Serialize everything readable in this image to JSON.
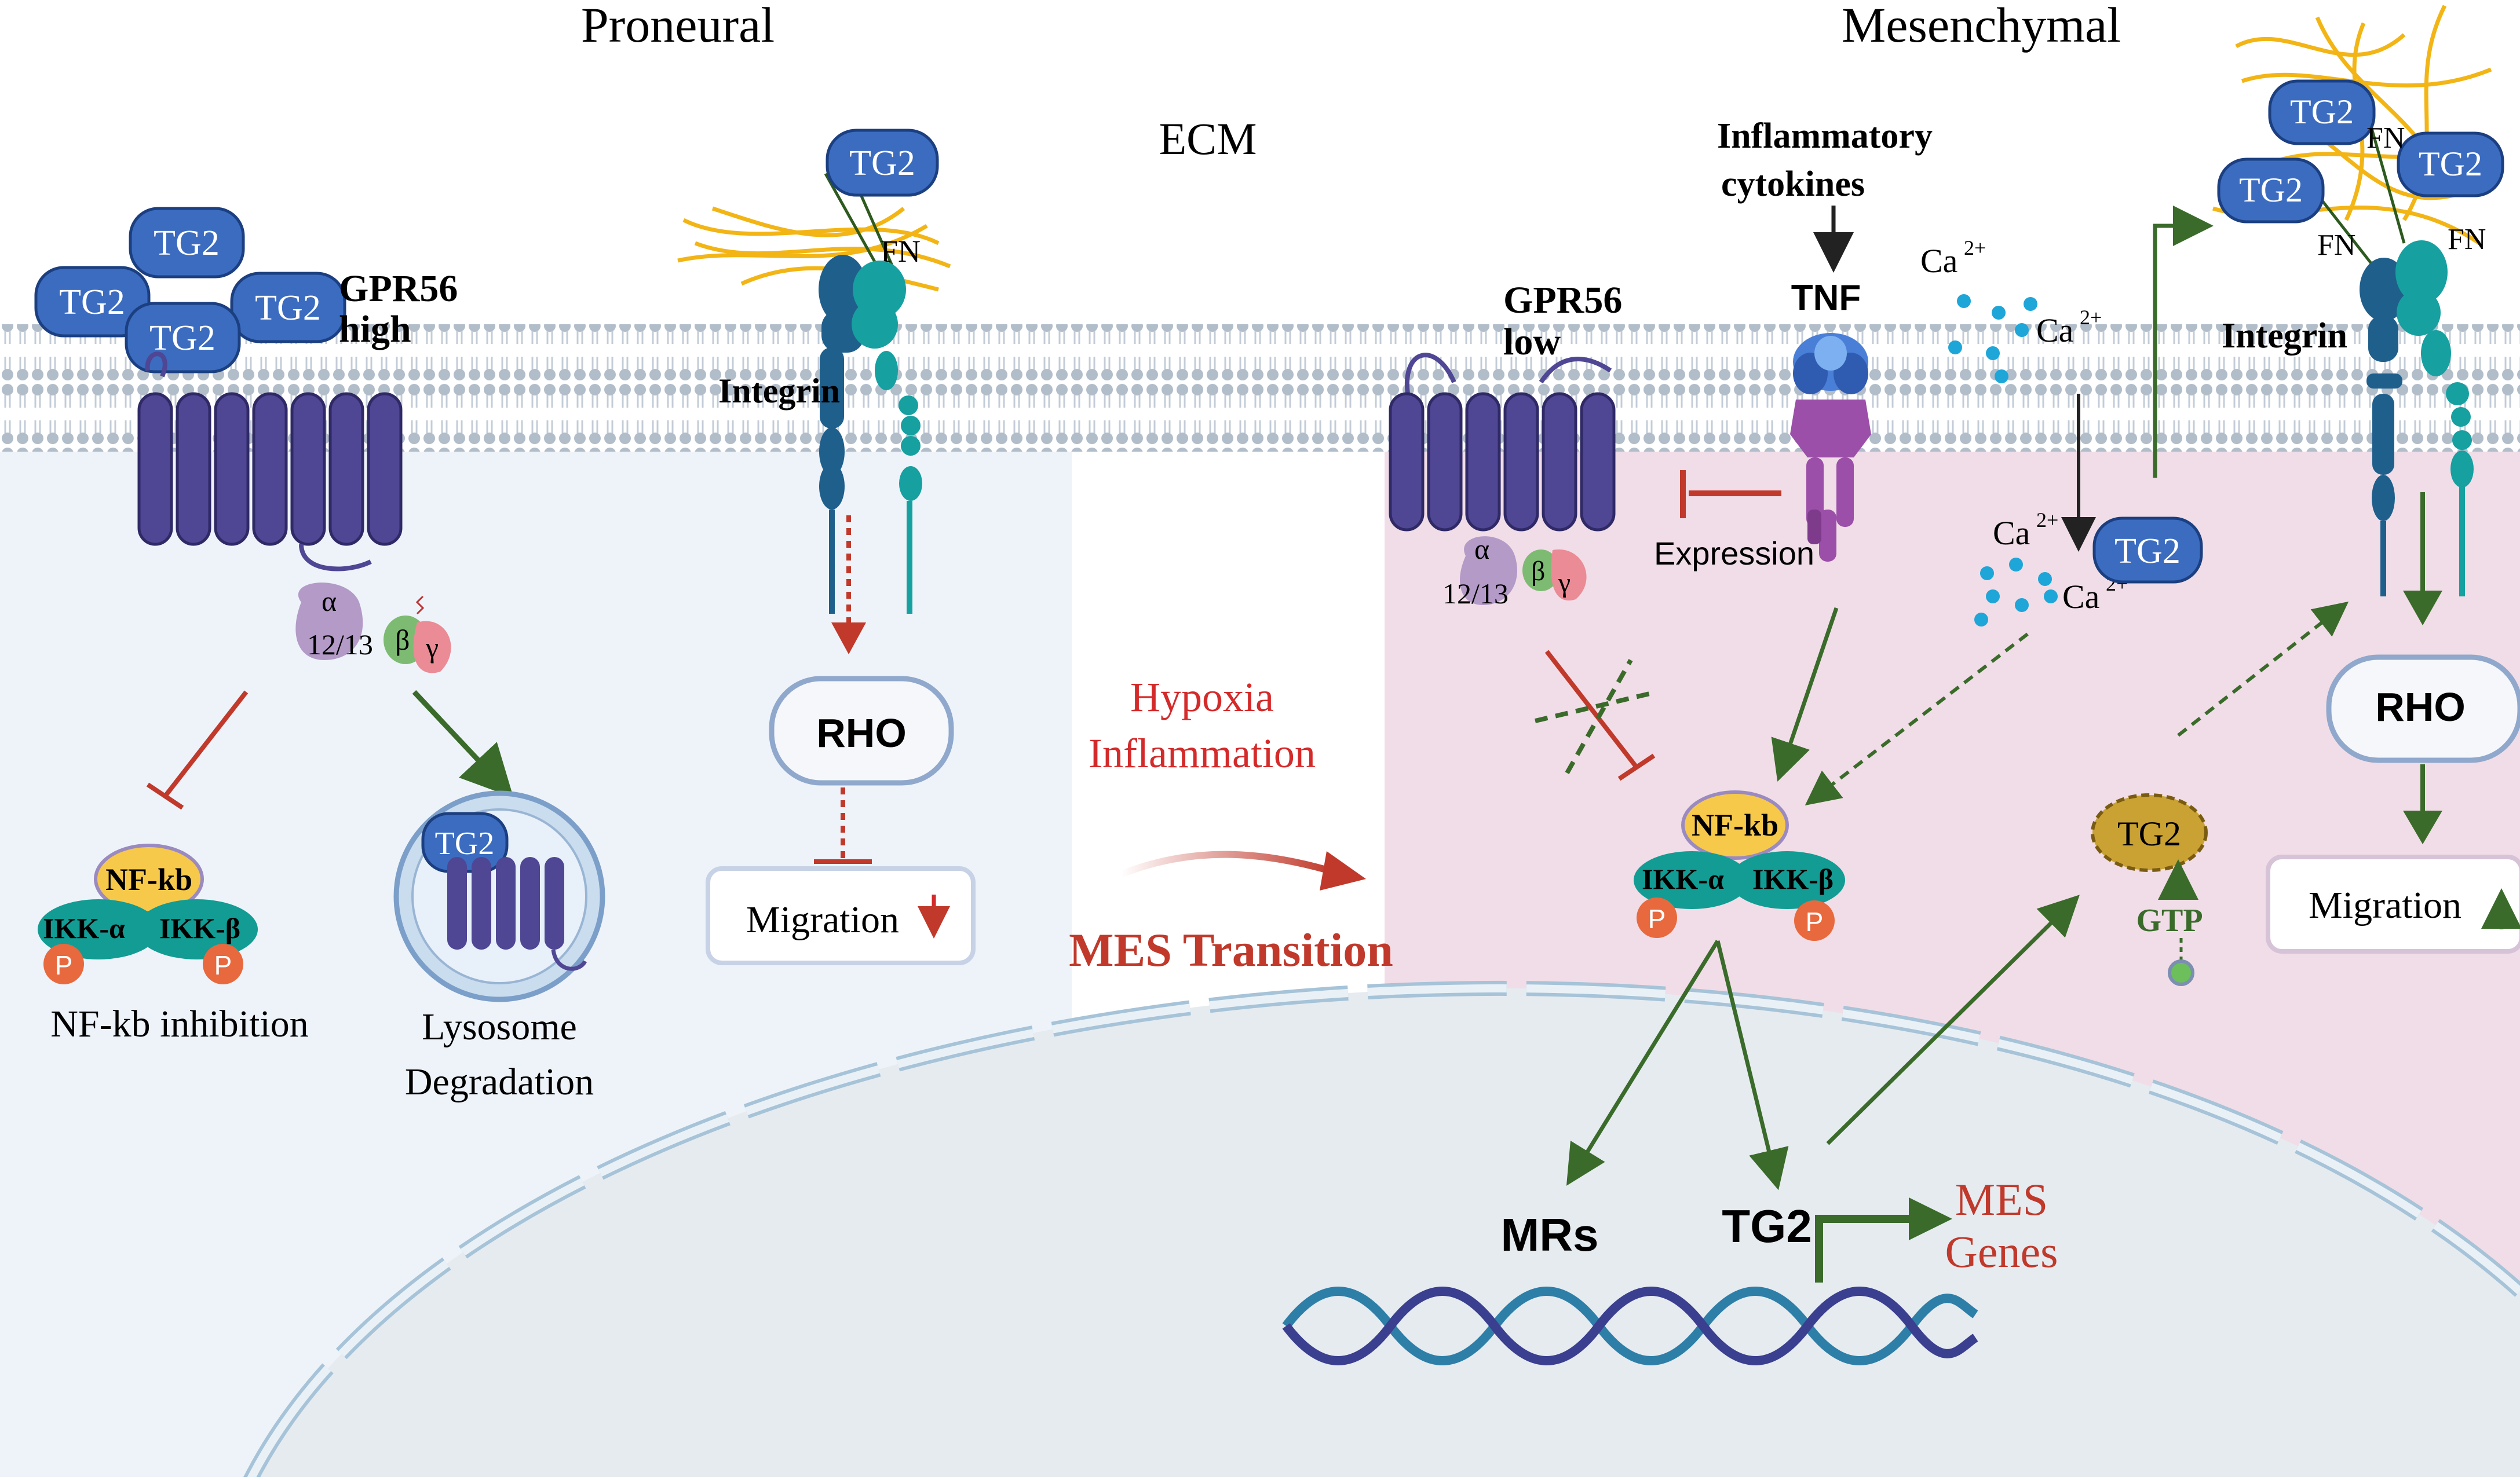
{
  "headings": {
    "proneural": "Proneural",
    "mesenchymal": "Mesenchymal",
    "ecm": "ECM"
  },
  "proneural": {
    "tg2": "TG2",
    "gpr56_line1": "GPR56",
    "gpr56_line2": "high",
    "integrin": "Integrin",
    "fn": "FN",
    "alpha": "α",
    "alpha_sub": "12/13",
    "beta": "β",
    "gamma": "γ",
    "nfkb": "NF-kb",
    "ikk_a": "IKK-α",
    "ikk_b": "IKK-β",
    "p": "P",
    "nfkb_caption": "NF-kb inhibition",
    "lysosome_line1": "Lysosome",
    "lysosome_line2": "Degradation",
    "rho": "RHO",
    "migration": "Migration"
  },
  "transition": {
    "line1": "Hypoxia",
    "line2": "Inflammation",
    "label": "MES Transition"
  },
  "mesenchymal": {
    "gpr56_line1": "GPR56",
    "gpr56_line2": "low",
    "alpha": "α",
    "alpha_sub": "12/13",
    "beta": "β",
    "gamma": "γ",
    "expression": "Expression",
    "cytokines_line1": "Inflammatory",
    "cytokines_line2": "cytokines",
    "tnf": "TNF",
    "ca": "Ca",
    "ca_sup": "2+",
    "tg2": "TG2",
    "fn": "FN",
    "integrin": "Integrin",
    "nfkb": "NF-kb",
    "ikk_a": "IKK-α",
    "ikk_b": "IKK-β",
    "p": "P",
    "gtp": "GTP",
    "rho": "RHO",
    "migration": "Migration",
    "mrs": "MRs",
    "mes_genes_line1": "MES",
    "mes_genes_line2": "Genes"
  },
  "colors": {
    "tg2_fill": "#3b6cc0",
    "receptor": "#4f4694",
    "inhibit_red": "#c0392b",
    "activate_green": "#3a6b2a",
    "proneural_bg": "#eef3fa",
    "mesenchymal_bg": "#f1dde7",
    "fiber": "#f2b515",
    "integrin_alpha": "#1f5f8b",
    "integrin_beta": "#16a0a0",
    "nfkb": "#f7c94b",
    "ikk": "#129c93",
    "phospho": "#e8693d"
  }
}
